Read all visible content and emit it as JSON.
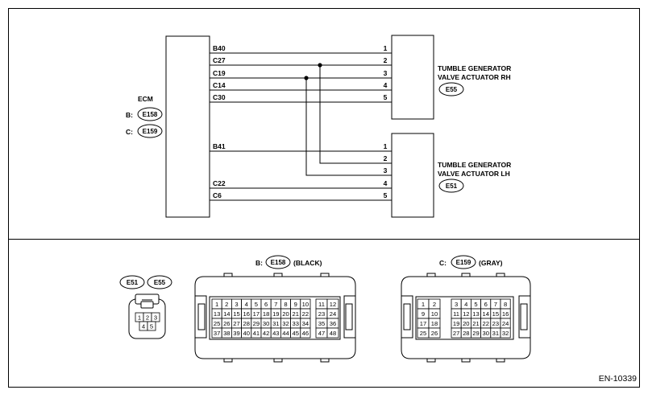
{
  "ecm": {
    "label": "ECM",
    "connectors": [
      {
        "prefix": "B:",
        "id": "E158"
      },
      {
        "prefix": "C:",
        "id": "E159"
      }
    ]
  },
  "actuator_rh": {
    "title_line1": "TUMBLE GENERATOR",
    "title_line2": "VALVE ACTUATOR RH",
    "connector": "E55",
    "pins": [
      "1",
      "2",
      "3",
      "4",
      "5"
    ]
  },
  "actuator_lh": {
    "title_line1": "TUMBLE GENERATOR",
    "title_line2": "VALVE ACTUATOR LH",
    "connector": "E51",
    "pins": [
      "1",
      "2",
      "3",
      "4",
      "5"
    ]
  },
  "ecm_terminals": {
    "rh": [
      "B40",
      "C27",
      "C19",
      "C14",
      "C30"
    ],
    "lh": [
      "B41",
      "C22",
      "C6"
    ]
  },
  "connector_views": {
    "small": {
      "tags": [
        "E51",
        "E55"
      ],
      "cells": [
        "1",
        "2",
        "3",
        "4",
        "5"
      ]
    },
    "b": {
      "prefix": "B:",
      "id": "E158",
      "suffix": "(BLACK)",
      "main_rows": [
        [
          "1",
          "2",
          "3",
          "4",
          "5",
          "6",
          "7",
          "8",
          "9",
          "10"
        ],
        [
          "13",
          "14",
          "15",
          "16",
          "17",
          "18",
          "19",
          "20",
          "21",
          "22"
        ],
        [
          "25",
          "26",
          "27",
          "28",
          "29",
          "30",
          "31",
          "32",
          "33",
          "34"
        ],
        [
          "37",
          "38",
          "39",
          "40",
          "41",
          "42",
          "43",
          "44",
          "45",
          "46"
        ]
      ],
      "side_rows": [
        [
          "11",
          "12"
        ],
        [
          "23",
          "24"
        ],
        [
          "35",
          "36"
        ],
        [
          "47",
          "48"
        ]
      ]
    },
    "c": {
      "prefix": "C:",
      "id": "E159",
      "suffix": "(GRAY)",
      "left_rows": [
        [
          "1",
          "2"
        ],
        [
          "9",
          "10"
        ],
        [
          "17",
          "18"
        ],
        [
          "25",
          "26"
        ]
      ],
      "right_rows": [
        [
          "3",
          "4",
          "5",
          "6",
          "7",
          "8"
        ],
        [
          "11",
          "12",
          "13",
          "14",
          "15",
          "16"
        ],
        [
          "19",
          "20",
          "21",
          "22",
          "23",
          "24"
        ],
        [
          "27",
          "28",
          "29",
          "30",
          "31",
          "32"
        ]
      ]
    }
  },
  "reference": "EN-10339"
}
